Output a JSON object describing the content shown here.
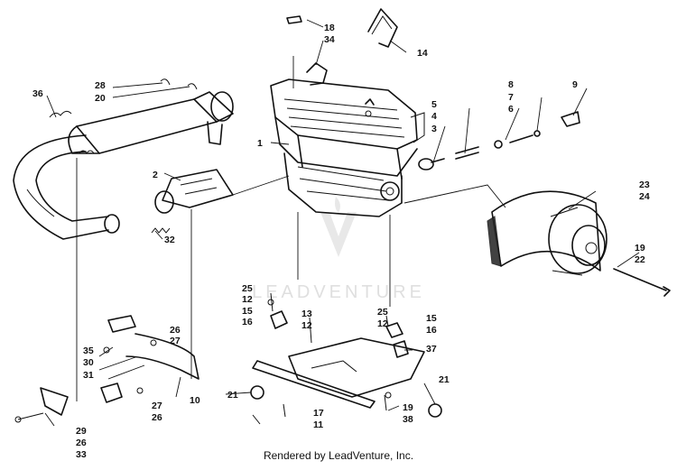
{
  "watermark": {
    "brand": "LEADVENTURE"
  },
  "footer": {
    "credit": "Rendered by LeadVenture, Inc."
  },
  "callouts": [
    "1",
    "2",
    "3",
    "4",
    "5",
    "6",
    "7",
    "8",
    "9",
    "10",
    "11",
    "12",
    "12",
    "12",
    "13",
    "14",
    "15",
    "15",
    "16",
    "16",
    "17",
    "18",
    "19",
    "19",
    "20",
    "21",
    "21",
    "22",
    "23",
    "24",
    "25",
    "25",
    "26",
    "26",
    "26",
    "27",
    "27",
    "28",
    "29",
    "30",
    "31",
    "32",
    "33",
    "34",
    "35",
    "36",
    "37",
    "38"
  ]
}
